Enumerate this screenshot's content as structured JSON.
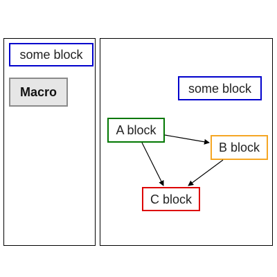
{
  "palette": {
    "some_block_label": "some block",
    "macro_label": "Macro"
  },
  "canvas": {
    "blocks": [
      {
        "label": "some block",
        "color": "#0000cc"
      },
      {
        "label": "A block",
        "color": "#007700"
      },
      {
        "label": "B block",
        "color": "#f5a623"
      },
      {
        "label": "C block",
        "color": "#dd0000"
      }
    ]
  },
  "edges": [
    {
      "from": "A block",
      "to": "B block"
    },
    {
      "from": "A block",
      "to": "C block"
    },
    {
      "from": "B block",
      "to": "C block"
    }
  ]
}
